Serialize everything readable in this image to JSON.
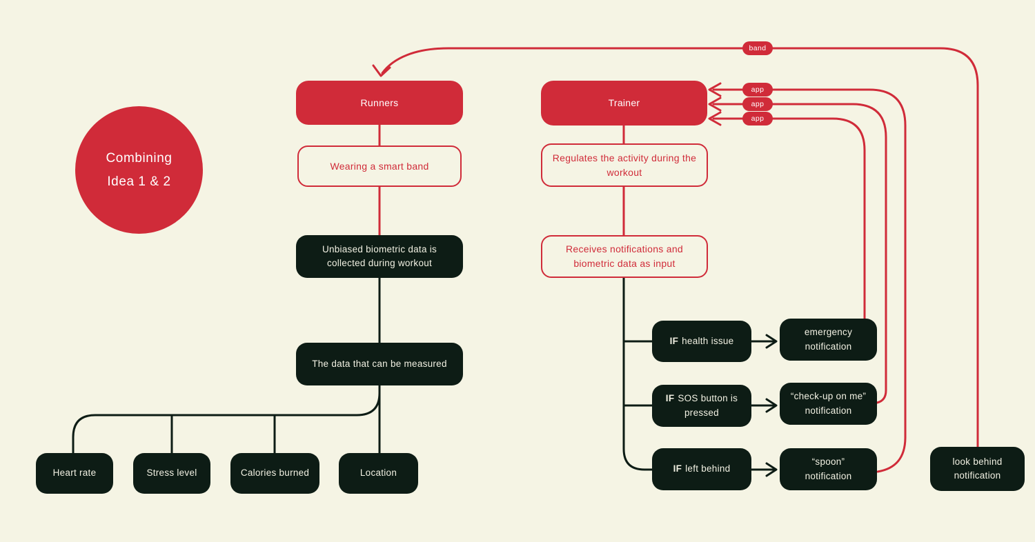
{
  "colors": {
    "background": "#f5f4e4",
    "red": "#d02b39",
    "dark": "#0d1c15",
    "text_on_dark": "#f2f1e3",
    "text_on_red": "#ffffff"
  },
  "circle": {
    "line1": "Combining",
    "line2": "Idea 1 & 2"
  },
  "nodes": {
    "runners": {
      "label": "Runners"
    },
    "wearing_band": {
      "label": "Wearing a smart band"
    },
    "unbiased_data": {
      "label": "Unbiased biometric data is collected during workout"
    },
    "data_measured": {
      "label": "The data that can be measured"
    },
    "heart_rate": {
      "label": "Heart rate"
    },
    "stress_level": {
      "label": "Stress level"
    },
    "calories_burned": {
      "label": "Calories burned"
    },
    "location": {
      "label": "Location"
    },
    "trainer": {
      "label": "Trainer"
    },
    "regulates": {
      "label": "Regulates the activity during the workout"
    },
    "receives": {
      "label": "Receives notifications and biometric data as input"
    },
    "if_health": {
      "prefix": "IF",
      "label": "health issue"
    },
    "if_sos": {
      "prefix": "IF",
      "label": "SOS button is pressed"
    },
    "if_left_behind": {
      "prefix": "IF",
      "label": "left behind"
    },
    "emergency": {
      "label": "emergency notification"
    },
    "checkup": {
      "label": "“check-up on me” notification"
    },
    "spoon": {
      "label": "“spoon” notification"
    },
    "look_behind": {
      "label": "look behind notification"
    }
  },
  "pills": {
    "band": "band",
    "app_top": "app",
    "app_middle": "app",
    "app_bottom": "app"
  }
}
